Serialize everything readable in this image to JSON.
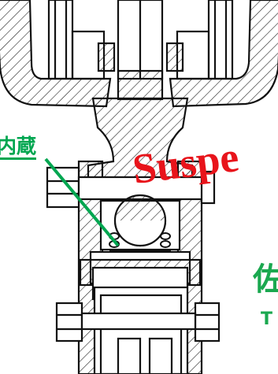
{
  "labels": {
    "builtin": "内蔵",
    "suspension": "Suspe",
    "brand_char": "佐",
    "brand_sub": "T"
  },
  "colors": {
    "line": "#111111",
    "hatch": "#222222",
    "green": "#00a650",
    "red": "#e8141b"
  }
}
